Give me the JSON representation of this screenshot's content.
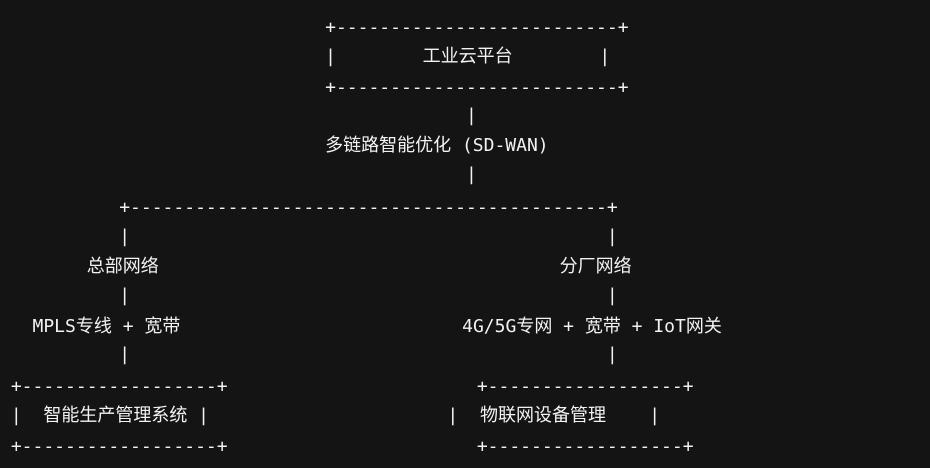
{
  "diagram": {
    "lines": [
      "                              +--------------------------+",
      "                              |        工业云平台        |",
      "                              +--------------------------+",
      "                                           |",
      "                              多链路智能优化 (SD-WAN)",
      "                                           |",
      "           +--------------------------------------------+",
      "           |                                            |",
      "        总部网络                                     分厂网络",
      "           |                                            |",
      "   MPLS专线 + 宽带                          4G/5G专网 + 宽带 + IoT网关",
      "           |                                            |",
      " +------------------+                       +------------------+",
      " |  智能生产管理系统 |                      |  物联网设备管理    |",
      " +------------------+                       +------------------+"
    ]
  }
}
